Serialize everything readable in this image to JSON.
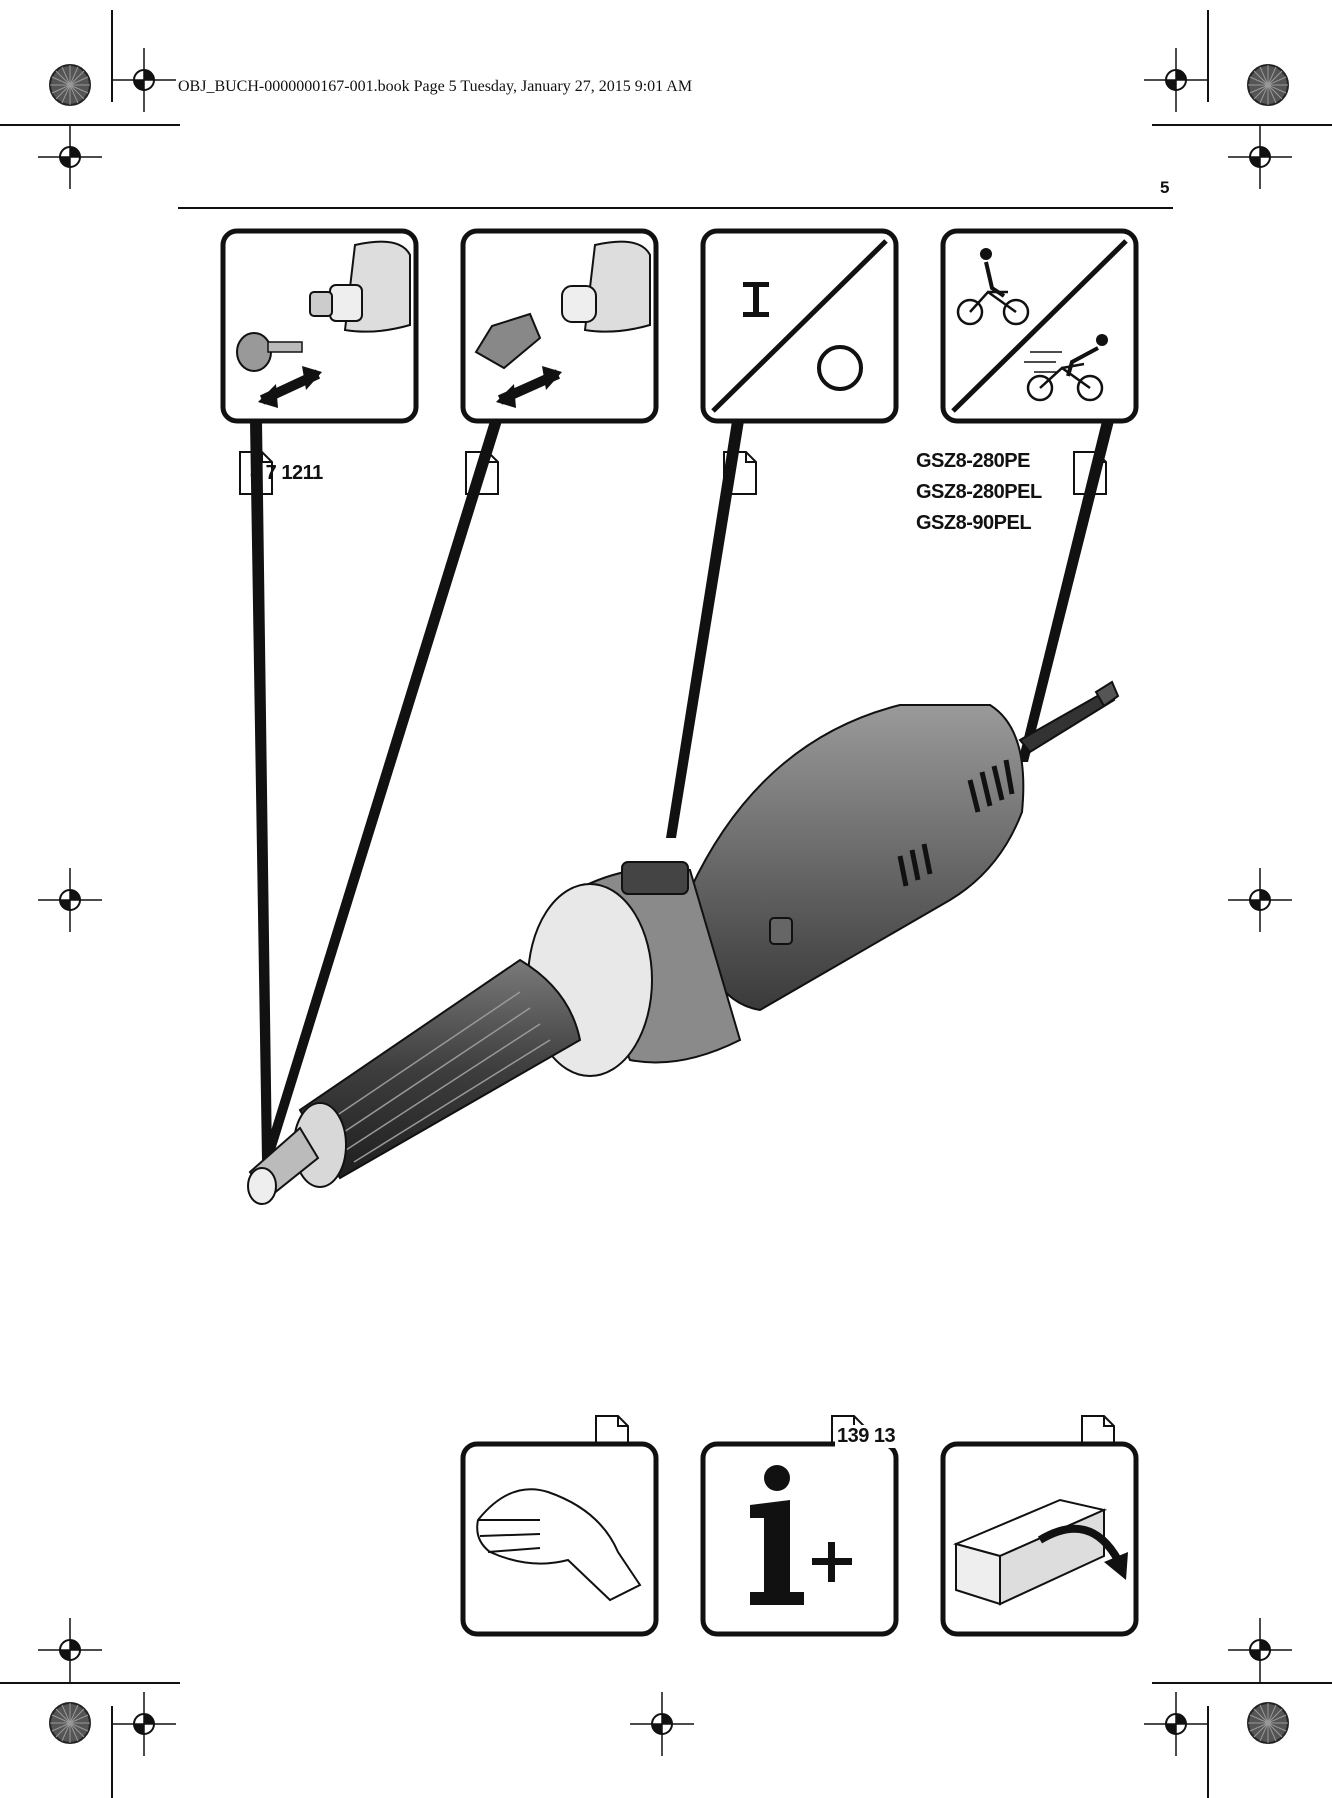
{
  "header": {
    "book_line": "OBJ_BUCH-0000000167-001.book  Page 5  Tuesday, January 27, 2015  9:01 AM",
    "page_number": "5"
  },
  "callouts": {
    "panel_1_ref": "8 7 1211",
    "panel_4_models": [
      "GSZ8-280PE",
      "GSZ8-280PEL",
      "GSZ8-90PEL"
    ],
    "bottom_panel_2_ref": "139 13"
  },
  "colors": {
    "ink": "#111111",
    "tool_body": "#6e6e6e",
    "tool_light": "#e8e8e8"
  },
  "icons": {
    "panel_1": "grinding-pin-insert-icon",
    "panel_2": "collet-insert-icon",
    "panel_3": "on-off-switch-icon",
    "panel_4": "speed-setting-icon",
    "bottom_1": "hand-vibration-icon",
    "bottom_2": "information-icon",
    "bottom_3": "packaging-icon"
  }
}
